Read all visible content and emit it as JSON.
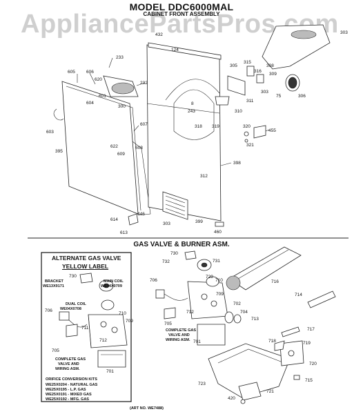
{
  "watermark": "AppliancePartsPros.com",
  "header": {
    "model": "MODEL DDC6000MAL",
    "assembly": "CABINET FRONT ASSEMBLY"
  },
  "gas_section": {
    "title": "GAS VALVE & BURNER ASM.",
    "alt_box": {
      "title1": "ALTERNATE GAS VALVE",
      "title2": "YELLOW LABEL",
      "bracket": "BRACKET",
      "bracket_part": "WE13X9171",
      "main_coil": "MAIN COIL",
      "main_coil_part": "WE04X0709",
      "dual_coil": "DUAL COIL",
      "dual_coil_part": "WE04X0708",
      "complete1": "COMPLETE GAS",
      "complete2": "VALVE AND",
      "complete3": "WIRING ASM.",
      "orifice_title": "ORIFICE CONVERSION KITS",
      "kit1": "WE25X0204 - NATURAL GAS",
      "kit2": "WE25X0195 - L.P. GAS",
      "kit3": "WE25X0191 - MIXED GAS",
      "kit4": "WE25X0192 - MFG. GAS"
    },
    "complete_main1": "COMPLETE GAS",
    "complete_main2": "VALVE AND",
    "complete_main3": "WIRING ASM.",
    "art_no": "(ART NO. WE7488)"
  },
  "labels": {
    "l432": "432",
    "l124": "124",
    "l303": "303",
    "l233": "233",
    "l605": "605",
    "l606": "606",
    "l620": "620",
    "l232": "232",
    "l604": "604",
    "l601": "601",
    "l300": "300",
    "l305": "305",
    "l315": "315",
    "l316": "316",
    "l308": "308",
    "l309": "309",
    "l303b": "303",
    "l75": "75",
    "l306": "306",
    "l311": "311",
    "l310": "310",
    "l8": "8",
    "l243": "243",
    "l318": "318",
    "l319": "319",
    "l603": "603",
    "l607": "607",
    "l622": "622",
    "l608": "608",
    "l609": "609",
    "l395": "395",
    "l320": "320",
    "l321": "321",
    "l455": "455",
    "l398": "398",
    "l312": "312",
    "l614": "614",
    "l446": "446",
    "l613": "613",
    "l303c": "303",
    "l399": "399",
    "l460": "460",
    "l730": "730",
    "l732": "732",
    "l731": "731",
    "l716": "716",
    "l729": "729",
    "l710": "710",
    "l706": "706",
    "l712": "712",
    "l709": "709",
    "l702": "702",
    "l704": "704",
    "l713": "713",
    "l714": "714",
    "l705": "705",
    "l701": "701",
    "l717": "717",
    "l718": "718",
    "l719": "719",
    "l720": "720",
    "l715": "715",
    "l723": "723",
    "l721": "721",
    "l420": "420",
    "b730": "730",
    "b706": "706",
    "b710": "710",
    "b711": "711",
    "b712": "712",
    "b709": "709",
    "b705": "705",
    "b701": "701"
  },
  "colors": {
    "ink": "#111111",
    "watermark": "#cfcfcf",
    "shade": "#bbbbbb"
  }
}
